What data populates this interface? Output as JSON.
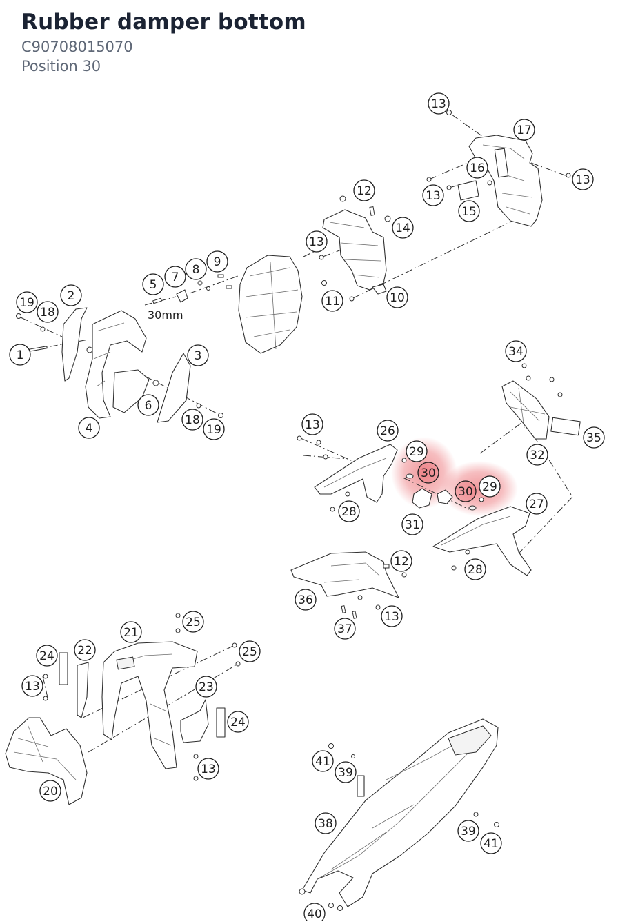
{
  "header": {
    "title": "Rubber damper bottom",
    "part_number": "C90708015070",
    "position": "Position 30"
  },
  "diagram": {
    "highlight_color": "#e8545a",
    "dimension_label": "30mm",
    "highlighted_position": "30",
    "callouts": [
      "13",
      "17",
      "16",
      "13",
      "13",
      "15",
      "12",
      "14",
      "13",
      "11",
      "10",
      "9",
      "8",
      "7",
      "5",
      "2",
      "19",
      "18",
      "1",
      "4",
      "6",
      "3",
      "18",
      "19",
      "34",
      "13",
      "26",
      "29",
      "30",
      "30",
      "29",
      "27",
      "35",
      "32",
      "28",
      "31",
      "28",
      "12",
      "36",
      "13",
      "37",
      "25",
      "21",
      "22",
      "24",
      "13",
      "25",
      "23",
      "24",
      "13",
      "20",
      "41",
      "39",
      "38",
      "39",
      "41",
      "40"
    ]
  }
}
